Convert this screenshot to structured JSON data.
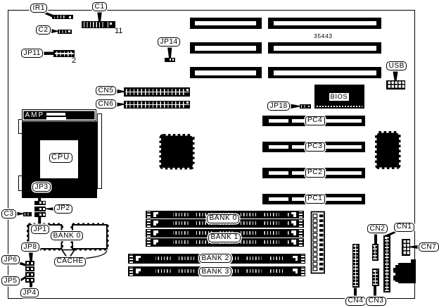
{
  "board": {
    "part_number": "35443",
    "callouts": {
      "ir1": "IR1",
      "c1": "C1",
      "c2": "C2",
      "jp11": "JP11",
      "jp14": "JP14",
      "cn5": "CN5",
      "cn6": "CN6",
      "usb": "USB",
      "jp18": "JP18",
      "jp3": "JP3",
      "jp2": "JP2",
      "c3": "C3",
      "jp1": "JP1",
      "jp8": "JP8",
      "jp6": "JP6",
      "jp5": "JP5",
      "jp4": "JP4",
      "cache": "CACHE",
      "cn1": "CN1",
      "cn2": "CN2",
      "cn3": "CN3",
      "cn4": "CN4",
      "cn7": "CN7"
    },
    "chips": {
      "bios": "BIOS",
      "cpu": "CPU",
      "amp": "AMP",
      "cache_bank": "BANK 0"
    },
    "pci_slots": {
      "pc1": "PC1",
      "pc2": "PC2",
      "pc3": "PC3",
      "pc4": "PC4"
    },
    "memory_banks": {
      "bank0": "BANK 0",
      "bank1": "BANK 1",
      "bank2": "BANK 2",
      "bank3": "BANK 3"
    },
    "pin_annotations": {
      "c1_pin": "11",
      "jp11_pin": "2"
    }
  }
}
